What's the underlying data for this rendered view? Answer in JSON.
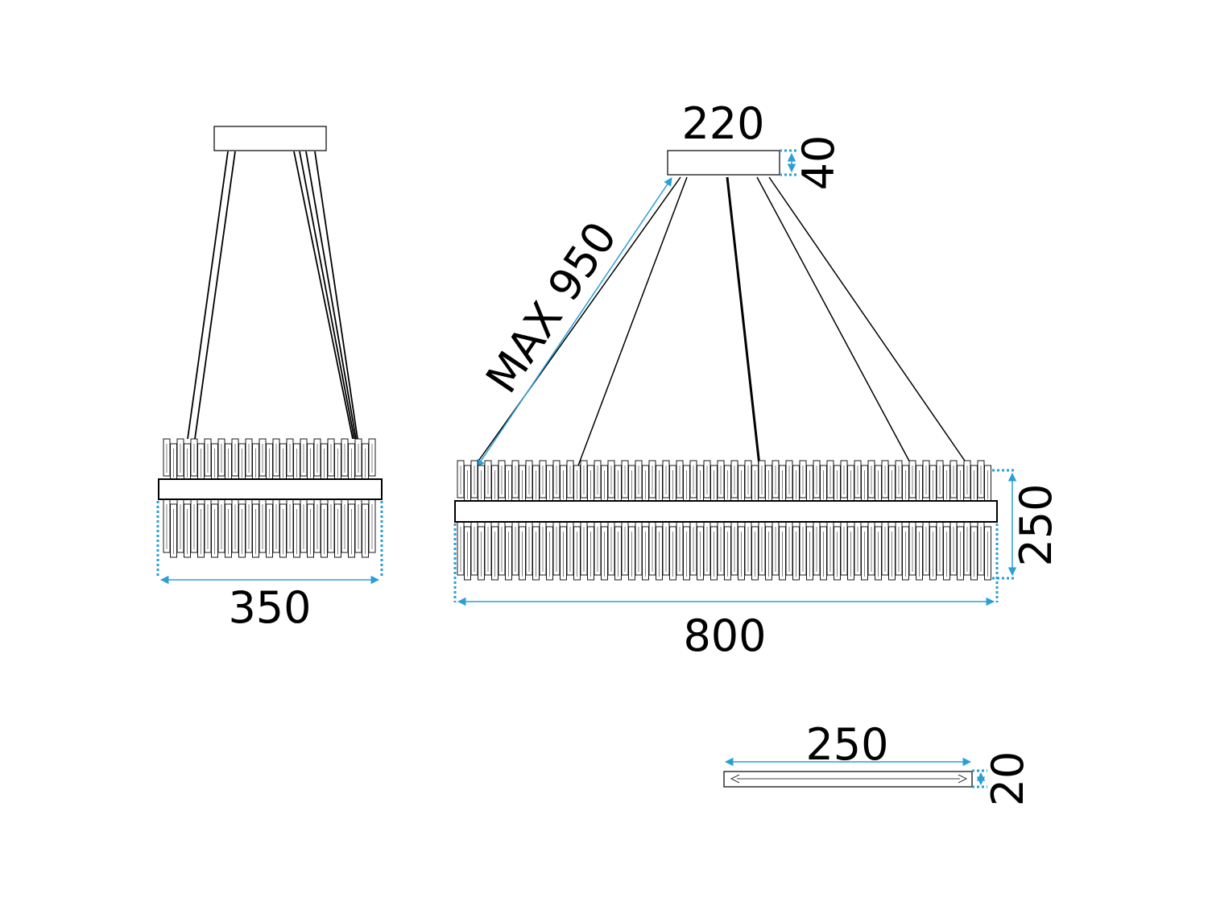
{
  "colors": {
    "dimension": "#2a9fd6",
    "line": "#000000",
    "fill": "#ffffff"
  },
  "dimensions": {
    "side_width": "350",
    "canopy_width": "220",
    "canopy_height": "40",
    "max_cable": "MAX 950",
    "body_height": "250",
    "body_width": "800",
    "crystal_length": "250",
    "crystal_height": "20"
  }
}
